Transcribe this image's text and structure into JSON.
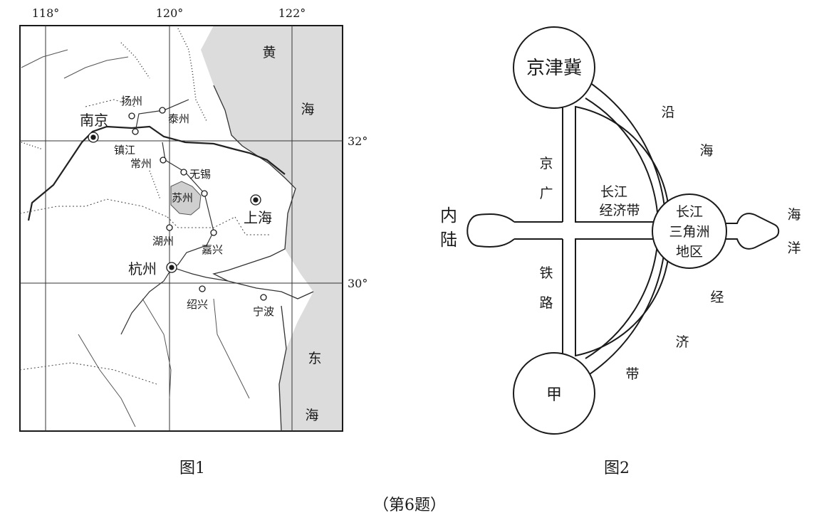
{
  "figure1": {
    "caption": "图1",
    "lon_ticks": [
      "118°",
      "120°",
      "122°"
    ],
    "lat_ticks": [
      "32°",
      "30°"
    ],
    "sea_labels": [
      "黄",
      "海",
      "东",
      "海"
    ],
    "cities": {
      "nanjing": "南京",
      "yangzhou": "扬州",
      "taizhou": "泰州",
      "zhenjiang": "镇江",
      "changzhou": "常州",
      "wuxi": "无锡",
      "suzhou": "苏州",
      "shanghai": "上海",
      "huzhou": "湖州",
      "jiaxing": "嘉兴",
      "hangzhou": "杭州",
      "shaoxing": "绍兴",
      "ningbo": "宁波"
    }
  },
  "figure2": {
    "caption": "图2",
    "jingjinji": "京津冀",
    "jia": "甲",
    "yrd_lines": [
      "长江",
      "三角洲",
      "地区"
    ],
    "belt_lines": [
      "长江",
      "经济带"
    ],
    "railway_chars": [
      "京",
      "广",
      "铁",
      "路"
    ],
    "coast_top_chars": [
      "沿",
      "海"
    ],
    "coast_bottom_chars": [
      "经",
      "济",
      "带"
    ],
    "inland_chars": [
      "内",
      "陆"
    ],
    "ocean_chars": [
      "海",
      "洋"
    ]
  },
  "question_label": "（第6题）"
}
